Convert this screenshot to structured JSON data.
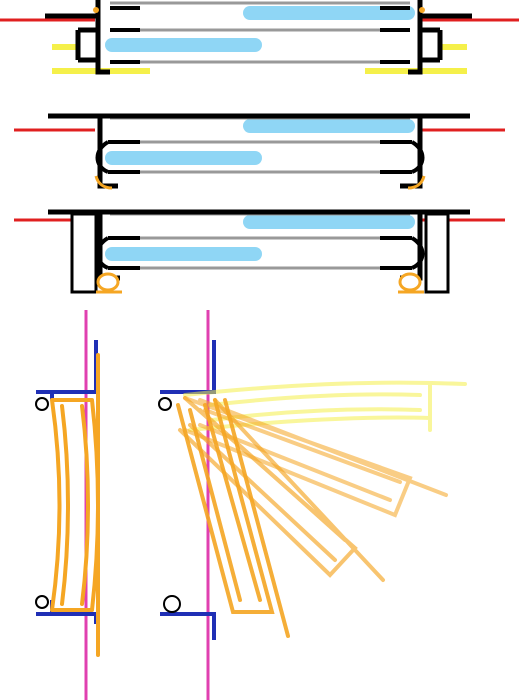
{
  "colors": {
    "frame": "#000000",
    "cord": "#e02020",
    "seal": "#f5a623",
    "glass": "#8fd6f5",
    "spacer": "#999999",
    "clip": "#f5f04a",
    "wall": "#e040b0",
    "bracket": "#1f2fb5",
    "leaf": "#f5a623",
    "leaf_faded": "#f5f04a"
  },
  "diagram": {
    "sections": [
      {
        "id": "clip-mounted-section",
        "icon": "clamp-icon"
      },
      {
        "id": "flange-mounted-section",
        "icon": "flange-icon"
      },
      {
        "id": "box-mounted-section",
        "icon": "box-frame-icon"
      }
    ],
    "hatch_views": [
      {
        "id": "closed-hatch",
        "state": "closed"
      },
      {
        "id": "opening-hatch",
        "state": "opening",
        "positions": 4
      }
    ]
  }
}
